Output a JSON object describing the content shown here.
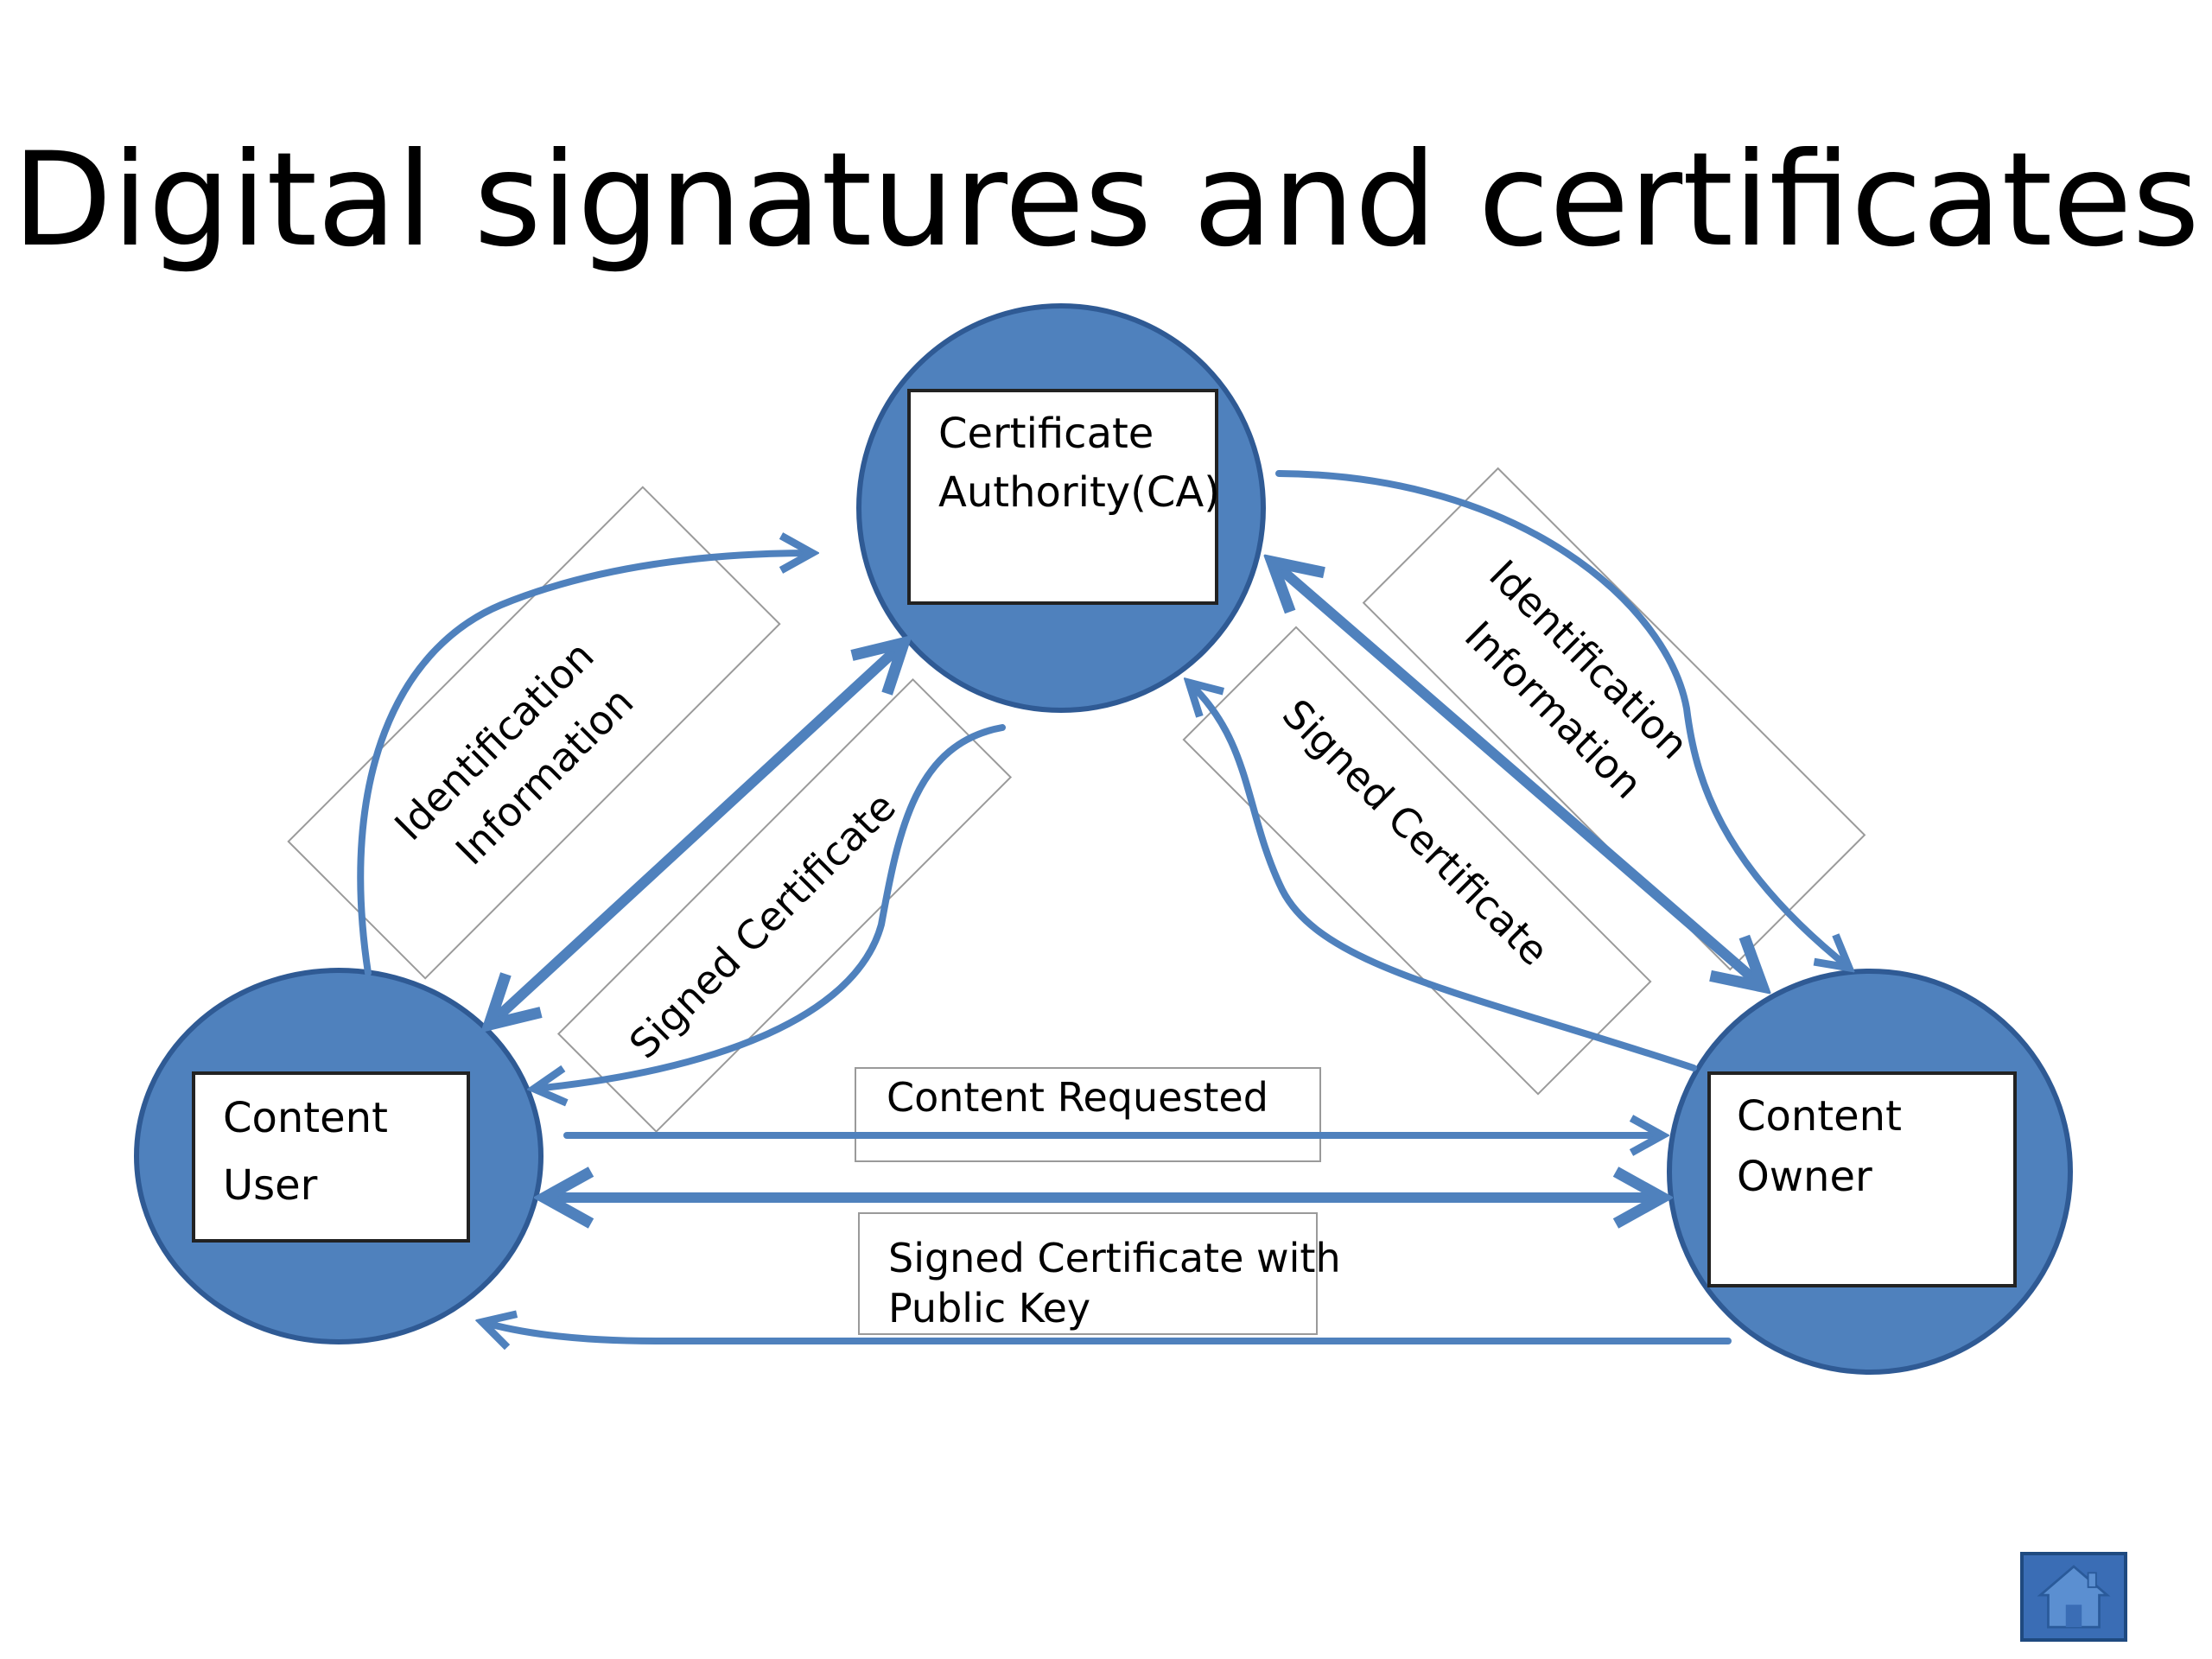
{
  "slide": {
    "title": "Digital signatures and certificates"
  },
  "nodes": {
    "ca": {
      "line1": "Certificate",
      "line2": "Authority(CA)"
    },
    "user": {
      "line1": "Content",
      "line2": "User"
    },
    "owner": {
      "line1": "Content",
      "line2": "Owner"
    }
  },
  "labels": {
    "user_to_ca": {
      "line1": "Identification",
      "line2": "Information"
    },
    "ca_to_user": "Signed Certificate",
    "ca_to_owner": {
      "line1": "Identification",
      "line2": "Information"
    },
    "owner_signed": "Signed Certificate",
    "content_requested": "Content Requested",
    "signed_pubkey": {
      "line1": "Signed Certificate with",
      "line2": "Public Key"
    }
  },
  "colors": {
    "accent": "#4f81bd",
    "node_fill": "#4f81bd",
    "node_stroke": "#2f5a94",
    "home_fill": "#3a6db5"
  },
  "nav": {
    "home_icon": "home-icon"
  }
}
